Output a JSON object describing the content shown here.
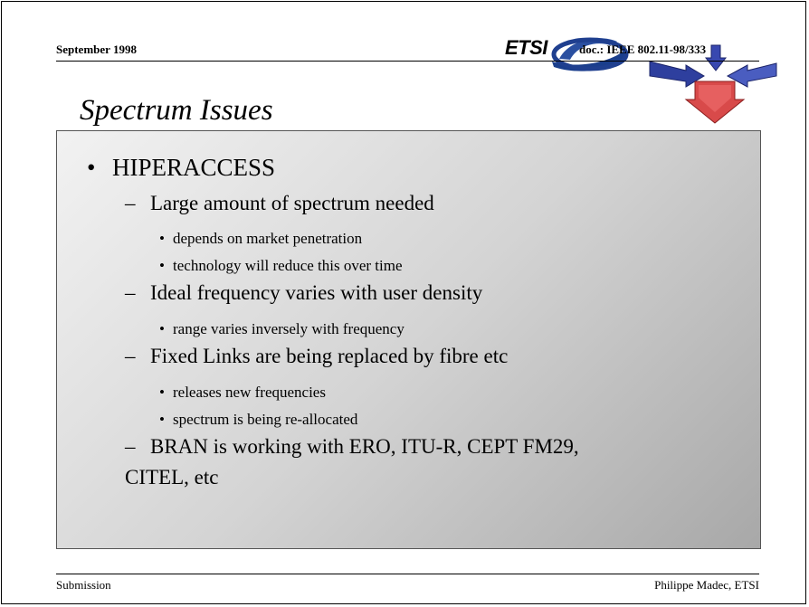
{
  "header": {
    "date": "September 1998",
    "doc_ref": "doc.: IEEE 802.11-98/333",
    "logo_text": "ETSI"
  },
  "slide": {
    "title": "Spectrum Issues",
    "bullet": "HIPERACCESS",
    "sub1": "Large amount of spectrum needed",
    "sub1_items": [
      "depends on market penetration",
      "technology will reduce this over time"
    ],
    "sub2": "Ideal frequency varies with user density",
    "sub2_items": [
      "range varies inversely with frequency"
    ],
    "sub3": "Fixed Links are being replaced by fibre etc",
    "sub3_items": [
      "releases new frequencies",
      "spectrum is being re-allocated"
    ],
    "sub4_line1": "BRAN is working with ERO, ITU-R, CEPT FM29,",
    "sub4_line2": "CITEL, etc"
  },
  "footer": {
    "left": "Submission",
    "right": "Philippe Madec, ETSI"
  }
}
